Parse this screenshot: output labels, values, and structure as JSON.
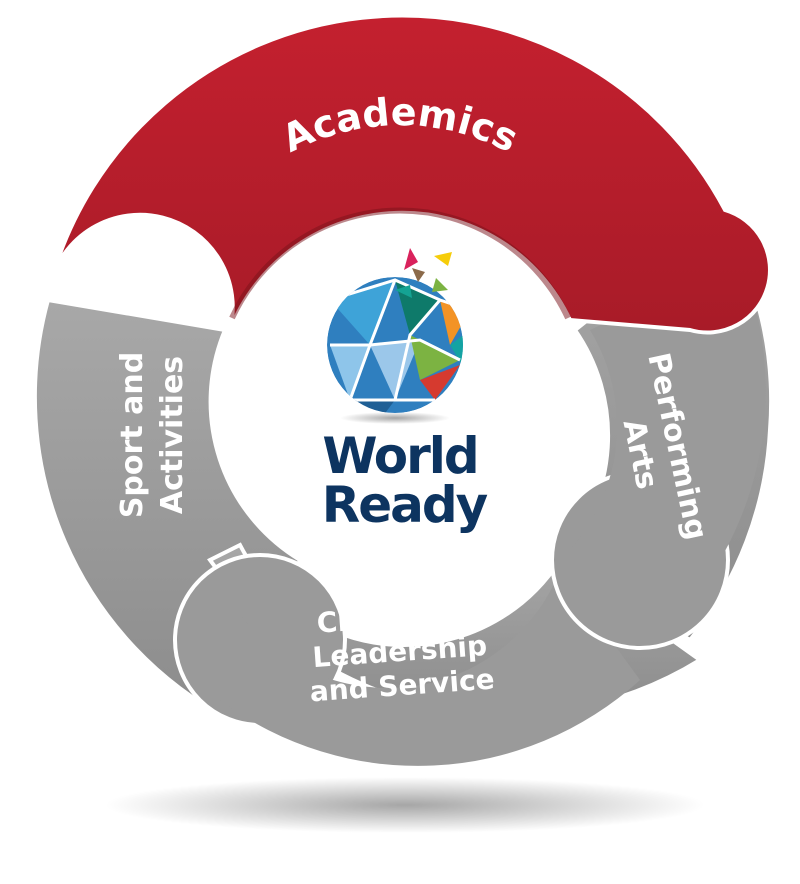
{
  "diagram": {
    "segments": [
      {
        "label": "Academics",
        "color": "#c0202f"
      },
      {
        "label_lines": [
          "Performing",
          "Arts"
        ],
        "color": "#9b9b9b"
      },
      {
        "label_lines": [
          "Character,",
          "Leadership",
          "and Service"
        ],
        "color": "#9b9b9b"
      },
      {
        "label_lines": [
          "Sport and",
          "Activities"
        ],
        "color": "#9b9b9b"
      }
    ],
    "center_logo": {
      "line1": "World",
      "line2": "Ready",
      "text_color": "#0d3460"
    }
  }
}
